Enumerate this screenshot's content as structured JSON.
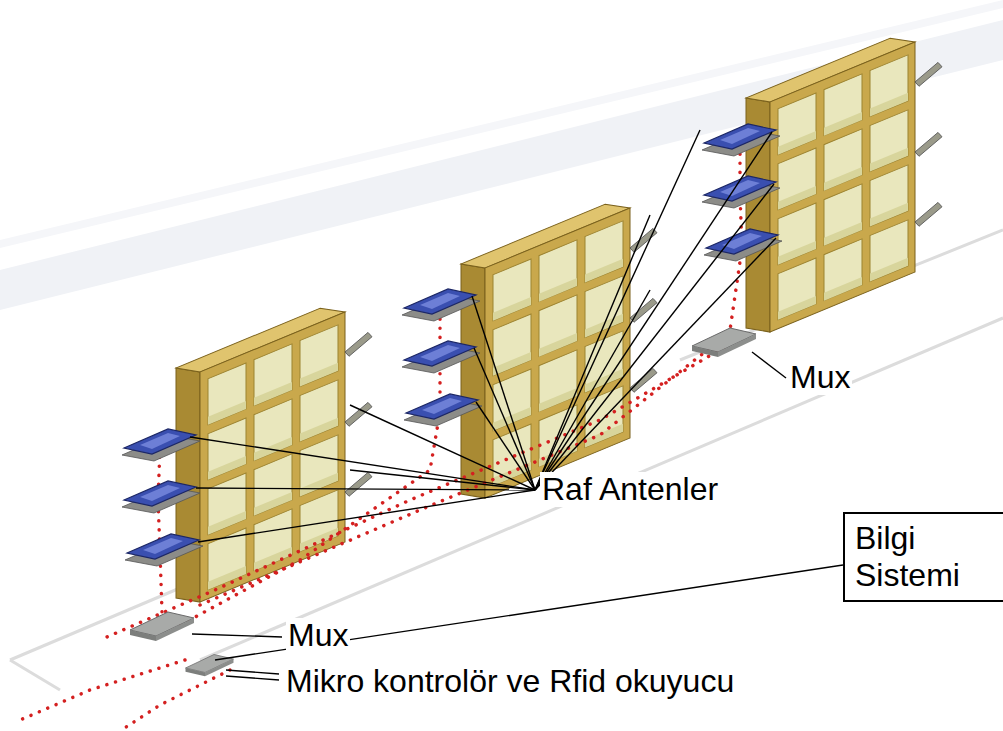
{
  "diagram": {
    "nodes": [
      {
        "text": [
          "Bilgi Sistemi"
        ]
      }
    ],
    "labels": [
      "Raf Antenler",
      "Mux",
      "Mux",
      "Mikro kontrolör ve Rfid okuyucu"
    ]
  }
}
